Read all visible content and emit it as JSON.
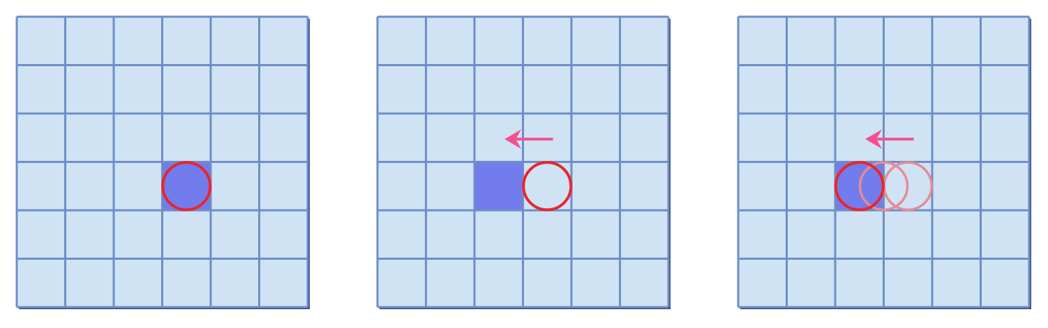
{
  "colors": {
    "background": "#ffffff",
    "cell_fill": "#cfe3f4",
    "grid_line": "#6f8dc8",
    "grid_border_shadow": "#3b4a8c",
    "highlight_cell": "#737cec",
    "circle_stroke": "#e8262c",
    "ghost_circle_stroke": "#e58c95",
    "arrow": "#f2508e"
  },
  "icons": {
    "arrow": "left-arrow-icon",
    "marker": "circle-marker-icon"
  },
  "grid": {
    "rows": 6,
    "cols": 6
  },
  "panels": [
    {
      "name": "panel-1",
      "highlight_cell": {
        "row": 3,
        "col": 3
      },
      "circle_cell": {
        "row": 3,
        "col": 3
      },
      "circle_filled": true,
      "arrow": null,
      "ghost_circles": []
    },
    {
      "name": "panel-2",
      "highlight_cell": {
        "row": 3,
        "col": 2
      },
      "circle_cell": {
        "row": 3,
        "col": 3
      },
      "circle_filled": false,
      "arrow": {
        "direction": "left"
      },
      "ghost_circles": []
    },
    {
      "name": "panel-3",
      "highlight_cell": {
        "row": 3,
        "col": 2
      },
      "circle_cell": {
        "row": 3,
        "col": 2
      },
      "circle_filled": true,
      "arrow": {
        "direction": "left"
      },
      "ghost_circles": [
        {
          "row": 3,
          "col": 2.5
        },
        {
          "row": 3,
          "col": 3
        }
      ]
    }
  ]
}
